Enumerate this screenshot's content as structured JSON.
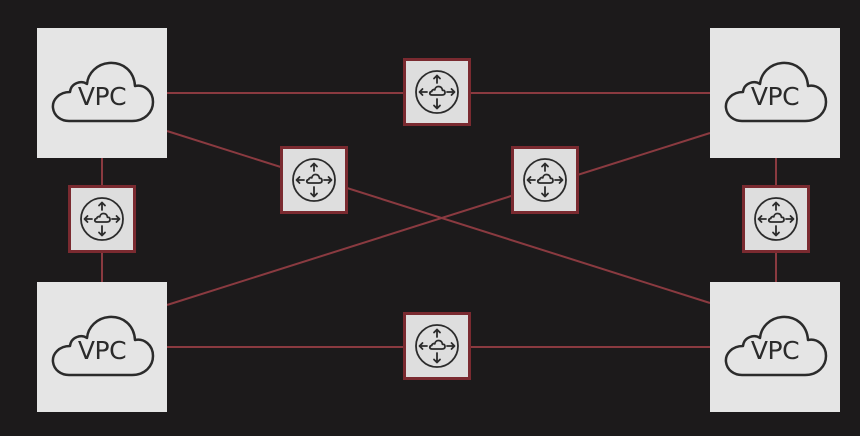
{
  "diagram": {
    "vpcs": [
      {
        "id": "vpc-top-left",
        "label": "VPC"
      },
      {
        "id": "vpc-top-right",
        "label": "VPC"
      },
      {
        "id": "vpc-bottom-left",
        "label": "VPC"
      },
      {
        "id": "vpc-bottom-right",
        "label": "VPC"
      }
    ],
    "peering_connections": [
      {
        "id": "peering-top",
        "icon": "peering-connection-icon"
      },
      {
        "id": "peering-diagonal-left",
        "icon": "peering-connection-icon"
      },
      {
        "id": "peering-diagonal-right",
        "icon": "peering-connection-icon"
      },
      {
        "id": "peering-left",
        "icon": "peering-connection-icon"
      },
      {
        "id": "peering-right",
        "icon": "peering-connection-icon"
      },
      {
        "id": "peering-bottom",
        "icon": "peering-connection-icon"
      }
    ],
    "colors": {
      "background": "#1c1a1b",
      "connector": "#8a3a40",
      "node_fill": "#e5e5e5",
      "icon_stroke": "#2b2b2b"
    }
  }
}
